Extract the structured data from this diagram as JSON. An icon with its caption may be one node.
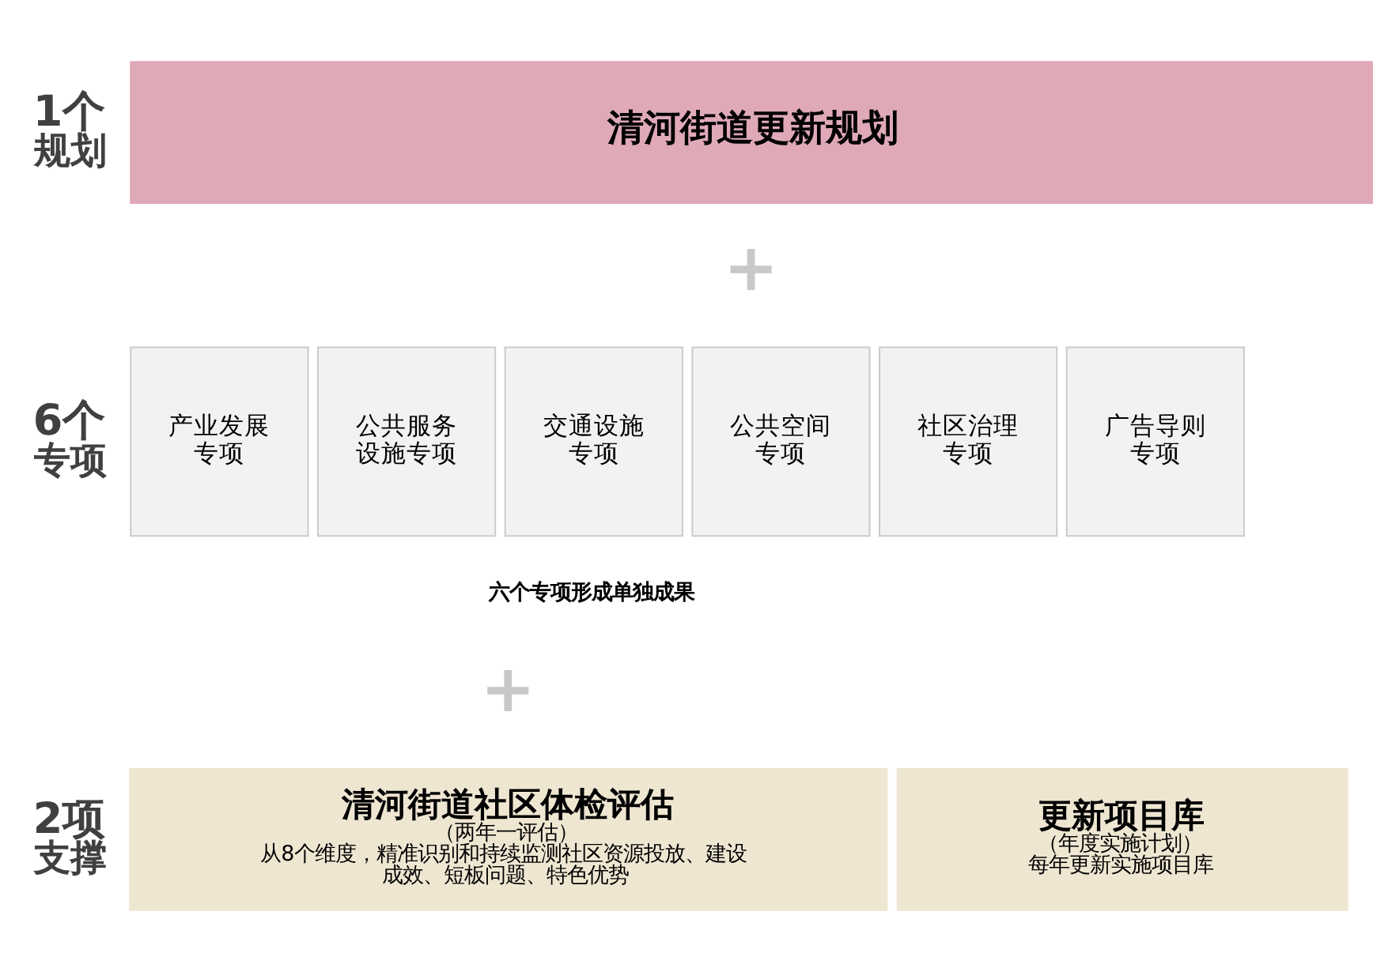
{
  "diagram": {
    "nodes": [
      {
        "text": [
          "清河街道更新规划"
        ]
      },
      {
        "text": [
          "产业发展专项"
        ]
      },
      {
        "text": [
          "公共服务设施专项"
        ]
      },
      {
        "text": [
          "交通设施专项"
        ]
      },
      {
        "text": [
          "公共空间专项"
        ]
      },
      {
        "text": [
          "社区治理专项"
        ]
      },
      {
        "text": [
          "广告导则专项"
        ]
      },
      {
        "text": [
          "清河街道社区体检评估",
          "（两年一评估）",
          "从8个维度，精准识别和持续监测社区资源投放、建设成效、短板问题、特色优势"
        ]
      },
      {
        "text": [
          "更新项目库",
          "（年度实施计划）",
          "每年更新实施项目库"
        ]
      }
    ],
    "edges": [],
    "labels": [
      "1个",
      "规划",
      "+",
      "6个",
      "专项",
      "六个专项形成单独成果",
      "+",
      "2项",
      "支撑"
    ]
  }
}
